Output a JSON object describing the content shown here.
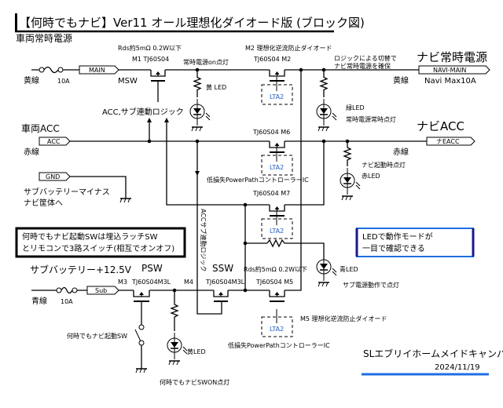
{
  "title": "【何時でもナビ】Ver11  オール理想化ダイオード版 (ブロック図)",
  "sections": {
    "vehicle_constant": "車両常時電源",
    "vehicle_acc": "車両ACC",
    "navi_constant": "ナビ常時電源",
    "navi_acc": "ナビACC",
    "sub_battery": "サブバッテリー+12.5V"
  },
  "tags": {
    "main": "MAIN",
    "acc": "ACC",
    "gnd": "GND",
    "sub": "Sub",
    "navi_main": "NAVI-MAIN",
    "navi_acc": "ナEACC"
  },
  "labels": {
    "yellow_wire_left": "黄線",
    "fuse_main": "10A",
    "msw": "MSW",
    "m1_rds": "Rds約5mΩ  0.2W以下",
    "m1_part": "M1 TJ60S04",
    "m1_led_caption": "常時電源on点灯",
    "m1_led": "黄 LED",
    "m2_desc": "M2 理想化逆流防止ダイオード",
    "m2_part": "TJ60S04  M2",
    "logic_switch_1": "ロジックによる切替で",
    "logic_switch_2": "ナビ常時電源を確保",
    "yellow_wire_right": "黄線",
    "navi_max": "Navi Max10A",
    "green_led": "緑LED",
    "green_led_caption": "常時電源常時点灯",
    "acc_logic": "ACC,サブ連動ロジック",
    "red_wire_left": "赤線",
    "red_wire_right": "赤線",
    "m6_part": "TJ60S04  M6",
    "powerpath_ic_1": "低損失PowerPathコントローラーIC",
    "m7_part": "TJ60S04  M7",
    "red_led_caption": "ナビ起動時点灯",
    "red_led": "赤LED",
    "gnd_caption_1": "サブバッテリーマイナス",
    "gnd_caption_2": "ナビ筐体へ",
    "acc_sub_logic_vertical": "ACCサブ連動ロジック",
    "blue_led": "青LED",
    "blue_led_caption": "サブ電源動作で点灯",
    "psw": "PSW",
    "ssw": "SSW",
    "m3": "M3",
    "m3_part": "TJ60S04M3L",
    "m4": "M4",
    "m4_part": "TJ60S04M3L",
    "m5_rds": "Rds約5mΩ  0.2W以下",
    "m5_part": "TJ60S04  M5",
    "blue_wire": "青線",
    "fuse_sub": "10A",
    "m5_desc": "M5 理想化逆流防止ダイオード",
    "powerpath_ic_2": "低損失PowerPathコントローラーIC",
    "navi_sw": "何時でもナビ起動SW",
    "sub_yellow_led": "黄LED",
    "sub_yellow_led_caption": "何時でもナビSWON点灯",
    "lta2": "LTA2"
  },
  "notes": {
    "latch_1": "何時でもナビ起動SWは埋込ラッチSW",
    "latch_2": "とリモコンで3路スイッチ(相互でオンオフ)",
    "led_mode_1": "LEDで動作モードが",
    "led_mode_2": "一目で確認できる"
  },
  "footer": {
    "author": "SLエブリイホームメイドキャンパー",
    "date": "2024/11/19"
  },
  "colors": {
    "accent_blue": "#1f6fe0",
    "ic_text_blue": "#1f5fbf"
  }
}
